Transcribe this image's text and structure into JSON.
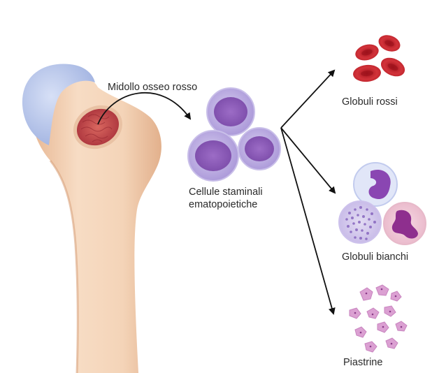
{
  "labels": {
    "marrow": "Midollo osseo rosso",
    "stem_line1": "Cellule staminali",
    "stem_line2": "ematopoietiche",
    "red_cells": "Globuli rossi",
    "white_cells": "Globuli bianchi",
    "platelets": "Piastrine"
  },
  "colors": {
    "bone": "#f3d2b6",
    "cartilage": "#b7c6ea",
    "marrow": "#c94a4a",
    "stem_cell": "#b5a4dc",
    "stem_nucleus": "#8e5bb8",
    "red_cell": "#c8252e",
    "arrow": "#111111"
  }
}
